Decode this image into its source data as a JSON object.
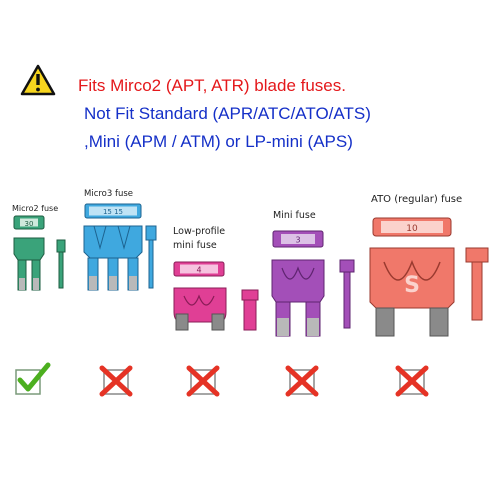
{
  "notice": {
    "icon": "warning-triangle-icon",
    "line1": "Fits Mirco2 (APT, ATR) blade fuses.",
    "line2": "Not Fit Standard (APR/ATC/ATO/ATS)",
    "line3": ",Mini (APM / ATM)  or LP-mini (APS)",
    "fit_color": "#e4181b",
    "notfit_color": "#1530c8"
  },
  "fuses": [
    {
      "label": "Micro2 fuse",
      "rating": "30",
      "color": "#3aa37a",
      "compatible": true
    },
    {
      "label": "Micro3 fuse",
      "rating": "15 15",
      "color": "#3fa8df",
      "compatible": false
    },
    {
      "label": "Low-profile mini fuse",
      "rating": "4",
      "color": "#e03f95",
      "compatible": false
    },
    {
      "label": "Mini fuse",
      "rating": "3",
      "color": "#a34fb8",
      "compatible": false
    },
    {
      "label": "ATO (regular) fuse",
      "rating": "10",
      "color": "#f0786a",
      "compatible": false
    }
  ],
  "marks": {
    "fit_icon": "green-checkmark-icon",
    "notfit_icon": "red-x-icon"
  }
}
